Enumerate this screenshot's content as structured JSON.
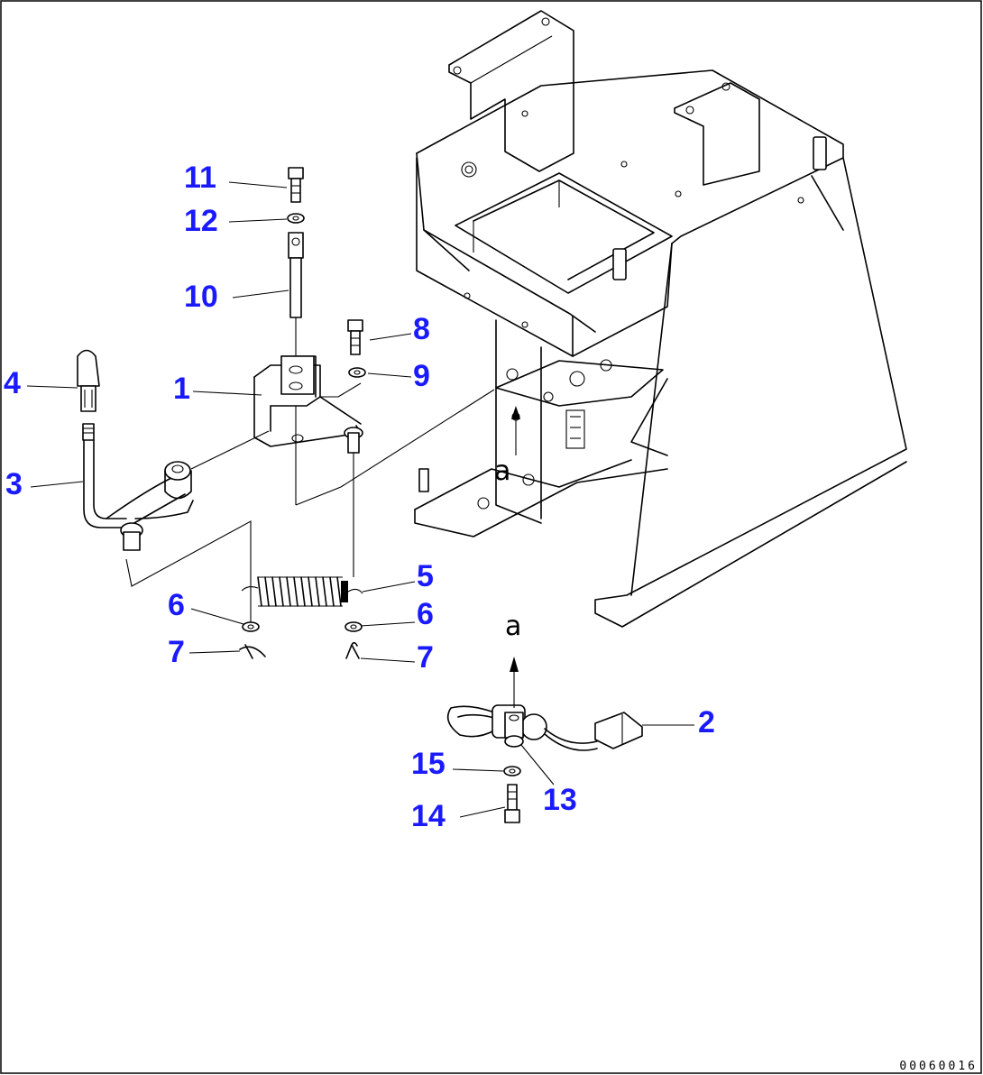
{
  "callouts": [
    {
      "id": "c1",
      "text": "1"
    },
    {
      "id": "c2",
      "text": "2"
    },
    {
      "id": "c3",
      "text": "3"
    },
    {
      "id": "c4",
      "text": "4"
    },
    {
      "id": "c5",
      "text": "5"
    },
    {
      "id": "c6a",
      "text": "6"
    },
    {
      "id": "c6b",
      "text": "6"
    },
    {
      "id": "c7a",
      "text": "7"
    },
    {
      "id": "c7b",
      "text": "7"
    },
    {
      "id": "c8",
      "text": "8"
    },
    {
      "id": "c9",
      "text": "9"
    },
    {
      "id": "c10",
      "text": "10"
    },
    {
      "id": "c11",
      "text": "11"
    },
    {
      "id": "c12",
      "text": "12"
    },
    {
      "id": "c13",
      "text": "13"
    },
    {
      "id": "c14",
      "text": "14"
    },
    {
      "id": "c15",
      "text": "15"
    }
  ],
  "reference_marks": [
    "a",
    "a"
  ],
  "drawing_number": "00060016",
  "colors": {
    "callout": "#1a1aff",
    "line": "#000000",
    "background": "#ffffff"
  }
}
